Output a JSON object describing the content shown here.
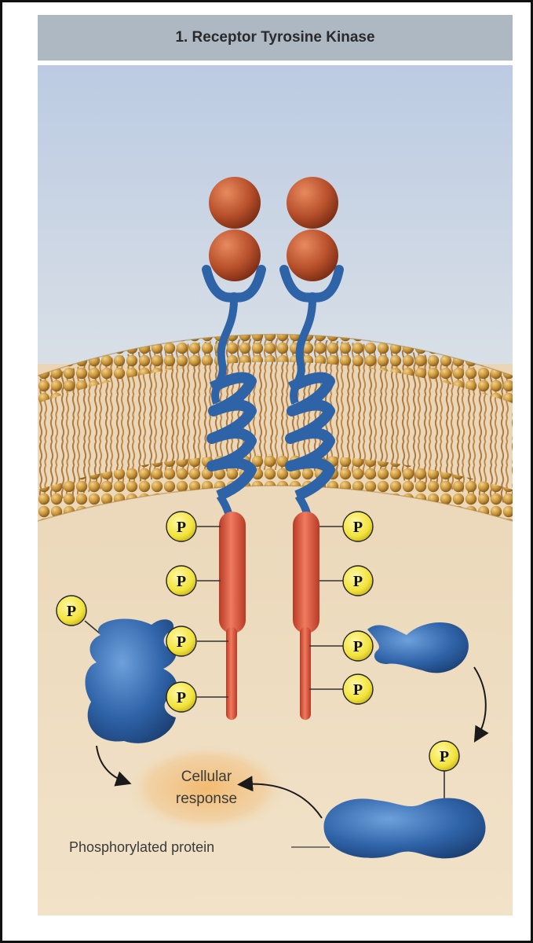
{
  "title": "1. Receptor Tyrosine Kinase",
  "labels": {
    "cellular_response_line1": "Cellular",
    "cellular_response_line2": "response",
    "phosphorylated_protein": "Phosphorylated protein"
  },
  "phosphate_symbol": "P",
  "colors": {
    "title_bar": "#aeb8c2",
    "extracellular": "#c9d6e6",
    "membrane_heads": "#c9953a",
    "cytoplasm": "#efdcc0",
    "receptor_blue": "#2f63a8",
    "kinase_red": "#e0543c",
    "ligand": "#b8502c",
    "phosphate": "#f2e33a",
    "response_glow": "#f2b86a"
  }
}
